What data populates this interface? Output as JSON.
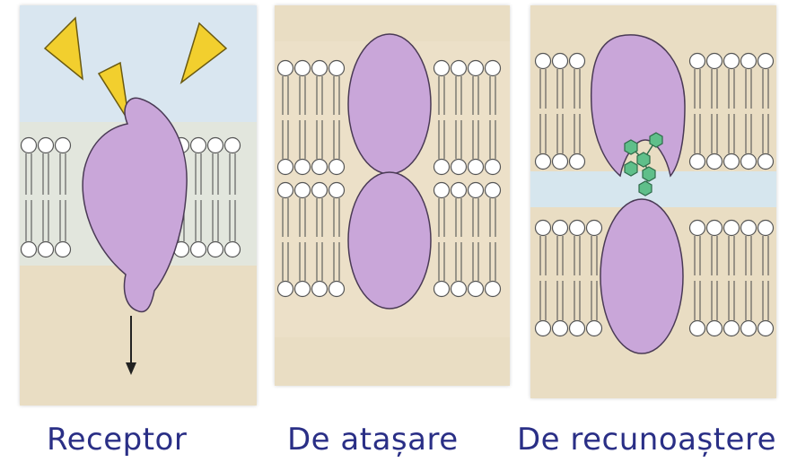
{
  "captions": {
    "receptor": "Receptor",
    "attach": "De atașare",
    "recognition": "De recunoaștere"
  },
  "colors": {
    "caption": "#2a2f86",
    "protein": "#c9a6d9",
    "ligand": "#f2cf2e",
    "membrane_band": "#d6e6ee",
    "glycan": "#5fbf8a",
    "background": "#e9ddc3"
  }
}
